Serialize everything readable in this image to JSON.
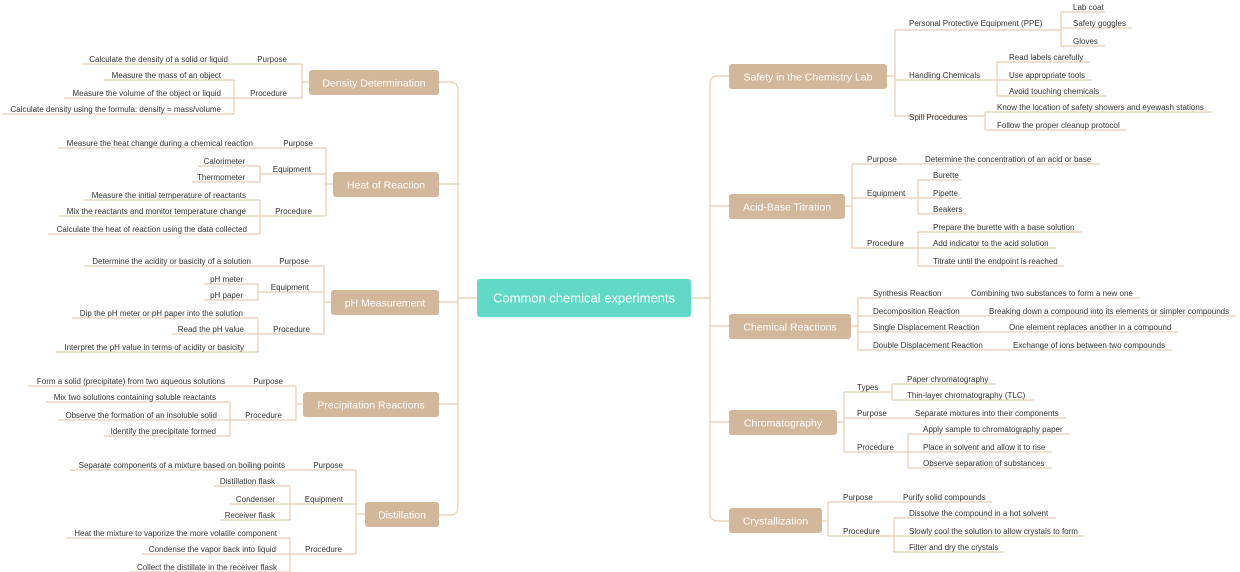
{
  "colors": {
    "root_fill": "#62d9c6",
    "branch_fill": "#d2b79a",
    "connector": "#e8cdb0",
    "text": "#333333"
  },
  "root": {
    "label": "Common chemical experiments"
  },
  "branches": {
    "safety": {
      "label": "Safety in the Chemistry Lab",
      "ppe": {
        "label": "Personal Protective Equipment (PPE)",
        "items": [
          "Lab coat",
          "Safety goggles",
          "Gloves"
        ]
      },
      "handling": {
        "label": "Handling Chemicals",
        "items": [
          "Read labels carefully",
          "Use appropriate tools",
          "Avoid touching chemicals"
        ]
      },
      "spill": {
        "label": "Spill Procedures",
        "items": [
          "Know the location of safety showers and eyewash stations",
          "Follow the proper cleanup protocol"
        ]
      }
    },
    "titration": {
      "label": "Acid-Base Titration",
      "purpose": {
        "label": "Purpose",
        "items": [
          "Determine the concentration of an acid or base"
        ]
      },
      "equipment": {
        "label": "Equipment",
        "items": [
          "Burette",
          "Pipette",
          "Beakers"
        ]
      },
      "procedure": {
        "label": "Procedure",
        "items": [
          "Prepare the burette with a base solution",
          "Add indicator to the acid solution",
          "Titrate until the endpoint is reached"
        ]
      }
    },
    "reactions": {
      "label": "Chemical Reactions",
      "types": [
        {
          "label": "Synthesis Reaction",
          "desc": "Combining two substances to form a new one"
        },
        {
          "label": "Decomposition Reaction",
          "desc": "Breaking down a compound into its elements or simpler compounds"
        },
        {
          "label": "Single Displacement Reaction",
          "desc": "One element replaces another in a compound"
        },
        {
          "label": "Double Displacement Reaction",
          "desc": "Exchange of ions between two compounds"
        }
      ]
    },
    "chromatography": {
      "label": "Chromatography",
      "types": {
        "label": "Types",
        "items": [
          "Paper chromatography",
          "Thin-layer chromatography (TLC)"
        ]
      },
      "purpose": {
        "label": "Purpose",
        "items": [
          "Separate mixtures into their components"
        ]
      },
      "procedure": {
        "label": "Procedure",
        "items": [
          "Apply sample to chromatography paper",
          "Place in solvent and allow it to rise",
          "Observe separation of substances"
        ]
      }
    },
    "crystallization": {
      "label": "Crystallization",
      "purpose": {
        "label": "Purpose",
        "items": [
          "Purify solid compounds"
        ]
      },
      "procedure": {
        "label": "Procedure",
        "items": [
          "Dissolve the compound in a hot solvent",
          "Slowly cool the solution to allow crystals to form",
          "Filter and dry the crystals"
        ]
      }
    },
    "density": {
      "label": "Density Determination",
      "purpose": {
        "label": "Purpose",
        "items": [
          "Calculate the density of a solid or liquid"
        ]
      },
      "procedure": {
        "label": "Procedure",
        "items": [
          "Measure the mass of an object",
          "Measure the volume of the object or liquid",
          "Calculate density using the formula: density = mass/volume"
        ]
      }
    },
    "heat": {
      "label": "Heat of Reaction",
      "purpose": {
        "label": "Purpose",
        "items": [
          "Measure the heat change during a chemical reaction"
        ]
      },
      "equipment": {
        "label": "Equipment",
        "items": [
          "Calorimeter",
          "Thermometer"
        ]
      },
      "procedure": {
        "label": "Procedure",
        "items": [
          "Measure the initial temperature of reactants",
          "Mix the reactants and monitor temperature change",
          "Calculate the heat of reaction using the data collected"
        ]
      }
    },
    "ph": {
      "label": "pH Measurement",
      "purpose": {
        "label": "Purpose",
        "items": [
          "Determine the acidity or basicity of a solution"
        ]
      },
      "equipment": {
        "label": "Equipment",
        "items": [
          "pH meter",
          "pH paper"
        ]
      },
      "procedure": {
        "label": "Procedure",
        "items": [
          "Dip the pH meter or pH paper into the solution",
          "Read the pH value",
          "Interpret the pH value in terms of acidity or basicity"
        ]
      }
    },
    "precipitation": {
      "label": "Precipitation Reactions",
      "purpose": {
        "label": "Purpose",
        "items": [
          "Form a solid (precipitate) from two aqueous solutions"
        ]
      },
      "procedure": {
        "label": "Procedure",
        "items": [
          "Mix two solutions containing soluble reactants",
          "Observe the formation of an insoluble solid",
          "Identify the precipitate formed"
        ]
      }
    },
    "distillation": {
      "label": "Distillation",
      "purpose": {
        "label": "Purpose",
        "items": [
          "Separate components of a mixture based on boiling points"
        ]
      },
      "equipment": {
        "label": "Equipment",
        "items": [
          "Distillation flask",
          "Condenser",
          "Receiver flask"
        ]
      },
      "procedure": {
        "label": "Procedure",
        "items": [
          "Heat the mixture to vaporize the more volatile component",
          "Condense the vapor back into liquid",
          "Collect the distillate in the receiver flask"
        ]
      }
    }
  }
}
